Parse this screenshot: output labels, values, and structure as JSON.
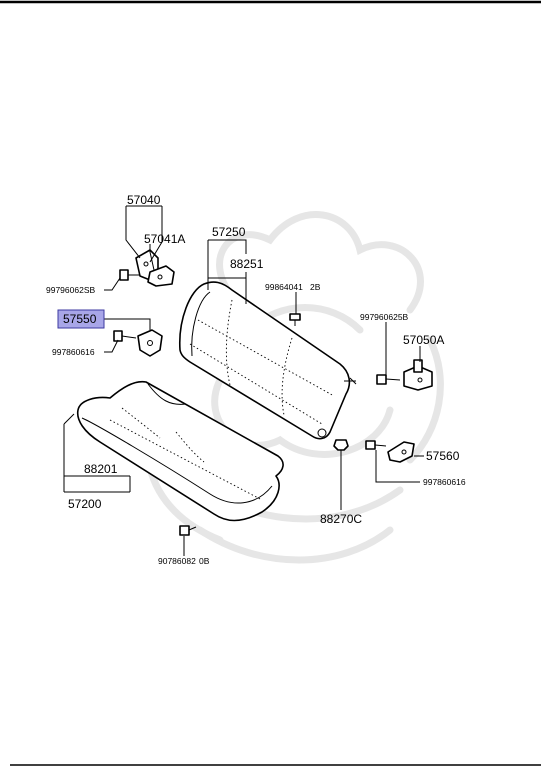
{
  "parts": {
    "p57040": "57040",
    "p57041A": "57041A",
    "p57250": "57250",
    "p88251": "88251",
    "p99796062SB": "99796062SB",
    "p99864041": "99864041",
    "p2B": "2B",
    "p57550": "57550",
    "p997960625B": "997960625B",
    "p57050A": "57050A",
    "p997860616_left": "997860616",
    "p88201": "88201",
    "p57200": "57200",
    "p57560": "57560",
    "p997860616_right": "997860616",
    "p88270C": "88270C",
    "p90786082": "90786082",
    "p0B": "0B"
  },
  "highlight": {
    "selected_part": "57550",
    "color": "#a8a6e8"
  }
}
